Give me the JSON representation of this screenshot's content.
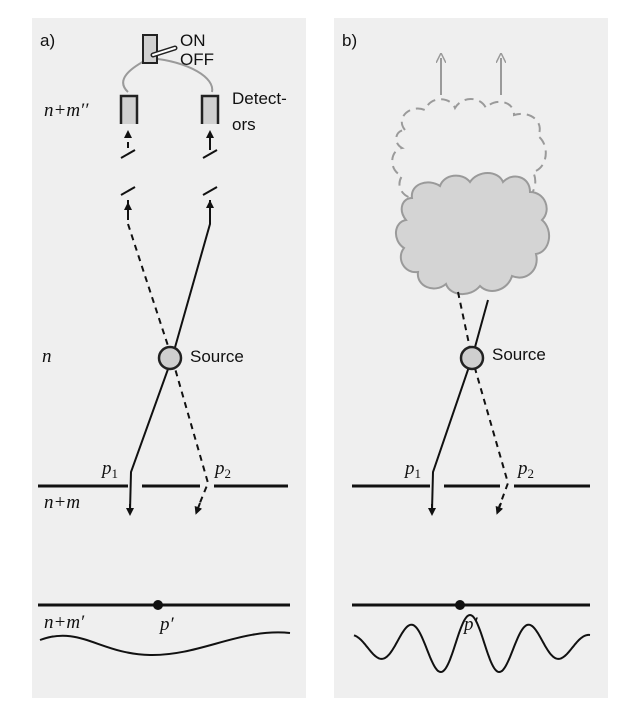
{
  "panel_a": {
    "label": "a)",
    "switch_on": "ON",
    "switch_off": "OFF",
    "detectors_line1": "Detect-",
    "detectors_line2": "ors",
    "level_top": "n+m′′",
    "level_source": "n",
    "level_screen": "n+m",
    "level_bottom": "n+m′",
    "source": "Source",
    "p1": "p",
    "p1_sub": "1",
    "p2": "p",
    "p2_sub": "2",
    "p_prime": "p′"
  },
  "panel_b": {
    "label": "b)",
    "source": "Source",
    "p1": "p",
    "p1_sub": "1",
    "p2": "p",
    "p2_sub": "2",
    "p_prime": "p′"
  },
  "colors": {
    "panel_bg": "#efefef",
    "cloud_fill": "#d4d4d4",
    "cloud_stroke": "#9a9a9a",
    "source_fill": "#cfcfcf",
    "detector_fill": "#d0d0d0"
  }
}
